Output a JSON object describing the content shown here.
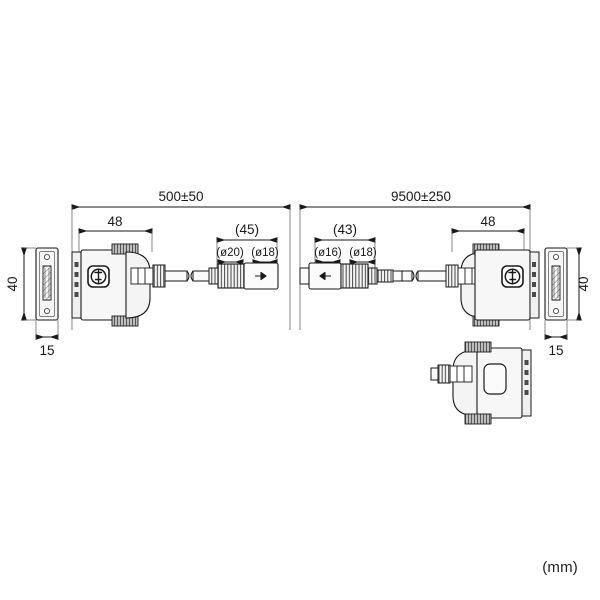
{
  "drawing": {
    "title": "DVI extension cable dimensional drawing",
    "unit_note": "(mm)",
    "dimensions": {
      "overall_left_segment": "500±50",
      "overall_right_segment": "9500±250",
      "left_connector_length": "48",
      "right_connector_length": "48",
      "left_endview_height": "40",
      "left_endview_width": "15",
      "right_endview_height": "40",
      "right_endview_width": "15",
      "left_inline_body_length": "(45)",
      "left_inline_dia_large": "(ø20)",
      "left_inline_dia_small": "(ø18)",
      "right_inline_body_length": "(43)",
      "right_inline_dia_small": "(ø16)",
      "right_inline_dia_large": "(ø18)"
    },
    "views": {
      "left_end_view": "DVI connector face view, left",
      "left_plug_view": "DVI connector side view with thumbscrews, left",
      "inline_coupler_male": "inline coupler plug with direction arrow",
      "inline_coupler_female": "inline coupler socket with direction arrow",
      "right_plug_view": "DVI connector side view with thumbscrews, right",
      "right_end_view": "DVI connector face view, right",
      "bottom_detail_view": "DVI connector alternate orientation detail"
    },
    "colors": {
      "line": "#1a1a1a",
      "thin_line": "#555555",
      "fill_light": "#f2f2f2",
      "fill_mid": "#d8d8d8",
      "fill_dark": "#9a9a9a",
      "background": "#ffffff"
    }
  }
}
